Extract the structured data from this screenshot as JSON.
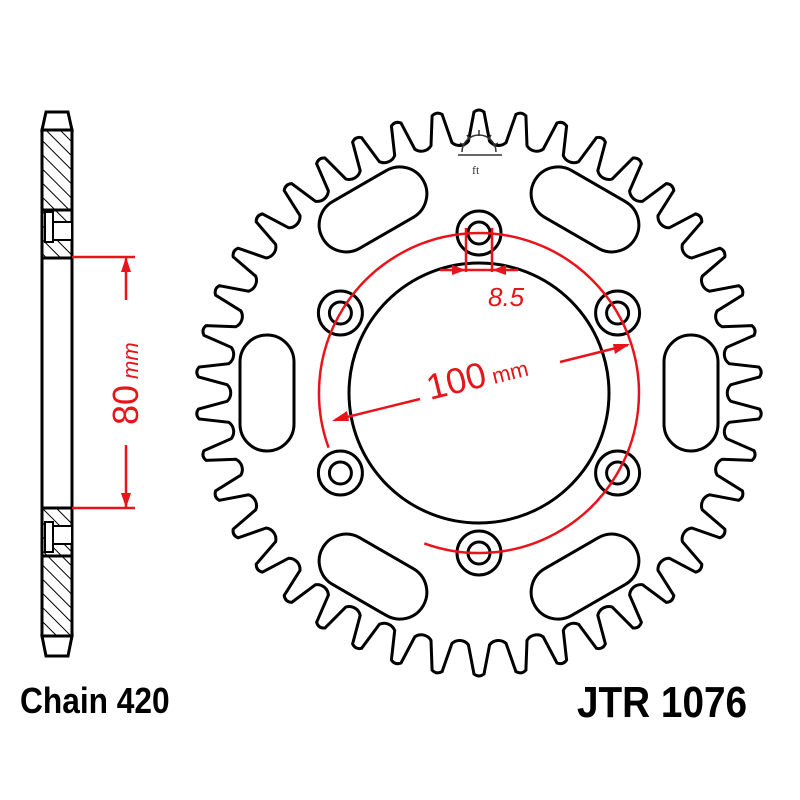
{
  "labels": {
    "chain": "Chain 420",
    "part_number": "JTR 1076"
  },
  "dimensions": {
    "hub_width": "80",
    "hub_width_unit": "mm",
    "bolt_circle": "100",
    "bolt_circle_unit": "mm",
    "bolt_hole": "8.5"
  },
  "colors": {
    "outline": "#000000",
    "dimension": "#e8141b"
  },
  "logo": "jt-sunrise-logo"
}
